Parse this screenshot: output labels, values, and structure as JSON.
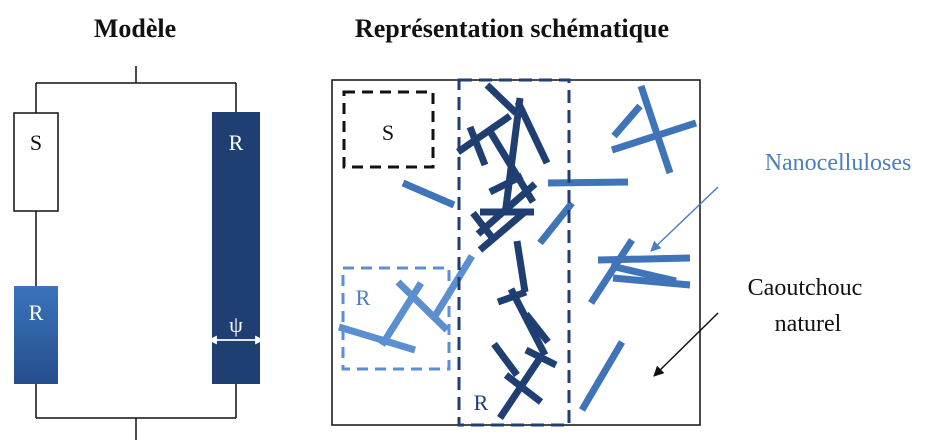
{
  "titles": {
    "model": "Modèle",
    "schematic": "Représentation schématique"
  },
  "model": {
    "s_label": "S",
    "r_series_label": "R",
    "r_parallel_label": "R",
    "psi_label": "ψ"
  },
  "schematic": {
    "s_box_label": "S",
    "r_box_label": "R",
    "r_column_label": "R",
    "nanocellulose_label": "Nanocelluloses",
    "rubber_label_line1": "Caoutchouc",
    "rubber_label_line2": "naturel"
  },
  "colors": {
    "dark_blue": "#1f3f73",
    "medium_blue": "#3f74b9",
    "light_blue": "#5b8fd1",
    "text_blue": "#4a7fc1",
    "black": "#111111"
  }
}
